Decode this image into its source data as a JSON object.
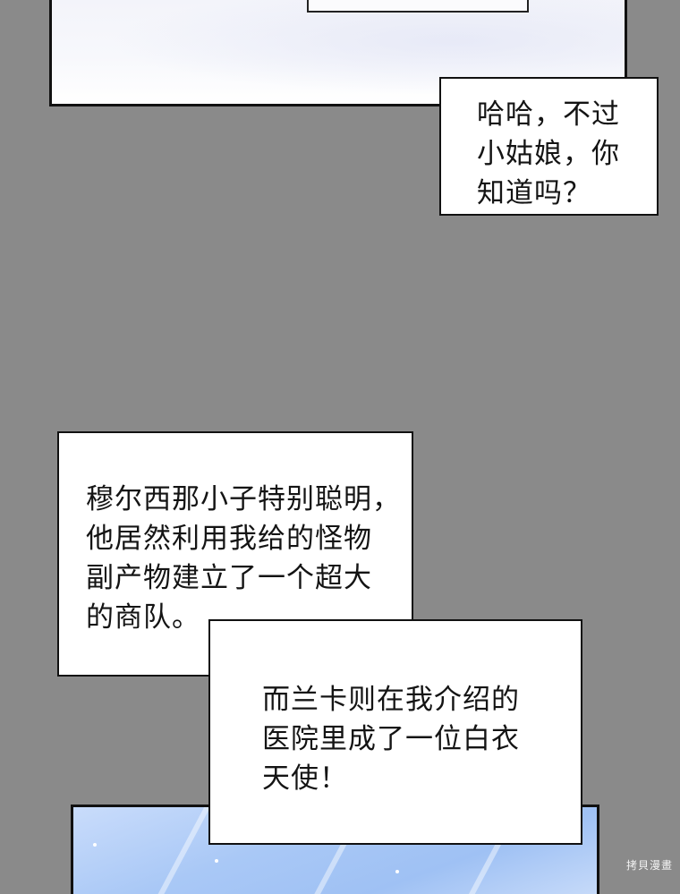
{
  "bubbles": [
    {
      "lines": [
        "哈哈，不过",
        "小姑娘，你",
        "知道吗？"
      ]
    },
    {
      "lines": [
        "穆尔西那小子特别聪明，",
        "他居然利用我给的怪物",
        "副产物建立了一个超大",
        "的商队。"
      ]
    },
    {
      "lines": [
        "而兰卡则在我介绍的",
        "医院里成了一位白衣",
        "天使！"
      ]
    }
  ],
  "watermark": "拷貝漫畫",
  "colors": {
    "page_background": "#8a8a8a",
    "bubble_fill": "#ffffff",
    "outline": "#111111",
    "bottom_panel_sky": "#a9c8f6"
  }
}
